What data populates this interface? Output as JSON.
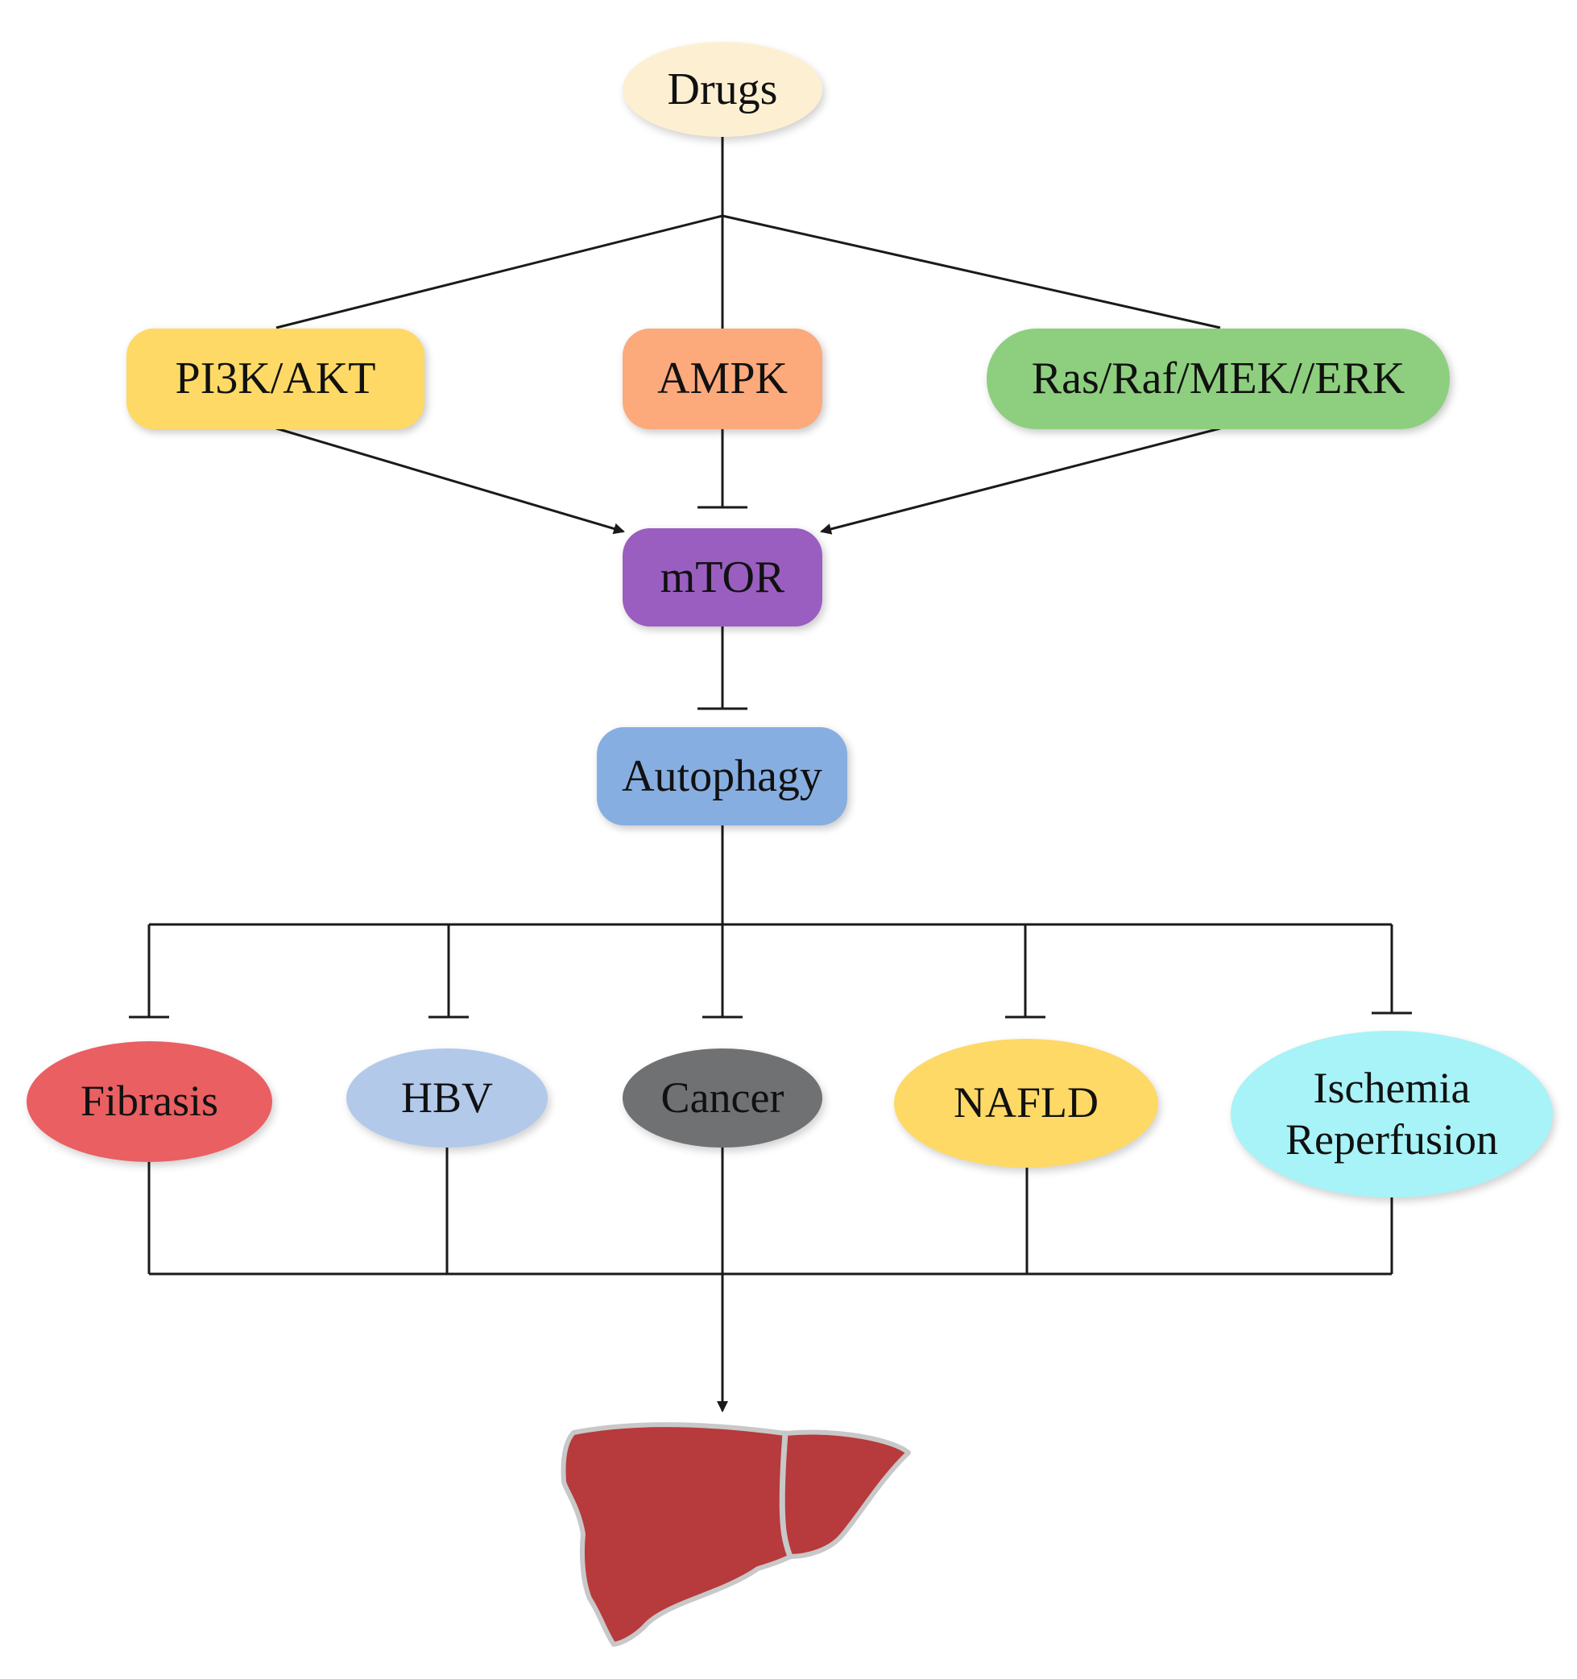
{
  "nodes": {
    "drugs": {
      "label": "Drugs",
      "color": "#fdf0d2"
    },
    "pi3k": {
      "label": "PI3K/AKT",
      "color": "#fed966"
    },
    "ampk": {
      "label": "AMPK",
      "color": "#fca97c"
    },
    "ras": {
      "label": "Ras/Raf/MEK//ERK",
      "color": "#8dcf7e"
    },
    "mtor": {
      "label": "mTOR",
      "color": "#9a5ec0"
    },
    "autophagy": {
      "label": "Autophagy",
      "color": "#87aee0"
    },
    "fibrasis": {
      "label": "Fibrasis",
      "color": "#e95f62"
    },
    "hbv": {
      "label": "HBV",
      "color": "#b2c9ea"
    },
    "cancer": {
      "label": "Cancer",
      "color": "#707173"
    },
    "nafld": {
      "label": "NAFLD",
      "color": "#fed966"
    },
    "ischemia": {
      "line1": "Ischemia",
      "line2": "Reperfusion",
      "color": "#a8f3f7"
    }
  },
  "edge_color": "#1a1a1a",
  "liver": {
    "icon": "liver-icon",
    "fill": "#b73a3c",
    "outline": "#c8c8c8"
  }
}
